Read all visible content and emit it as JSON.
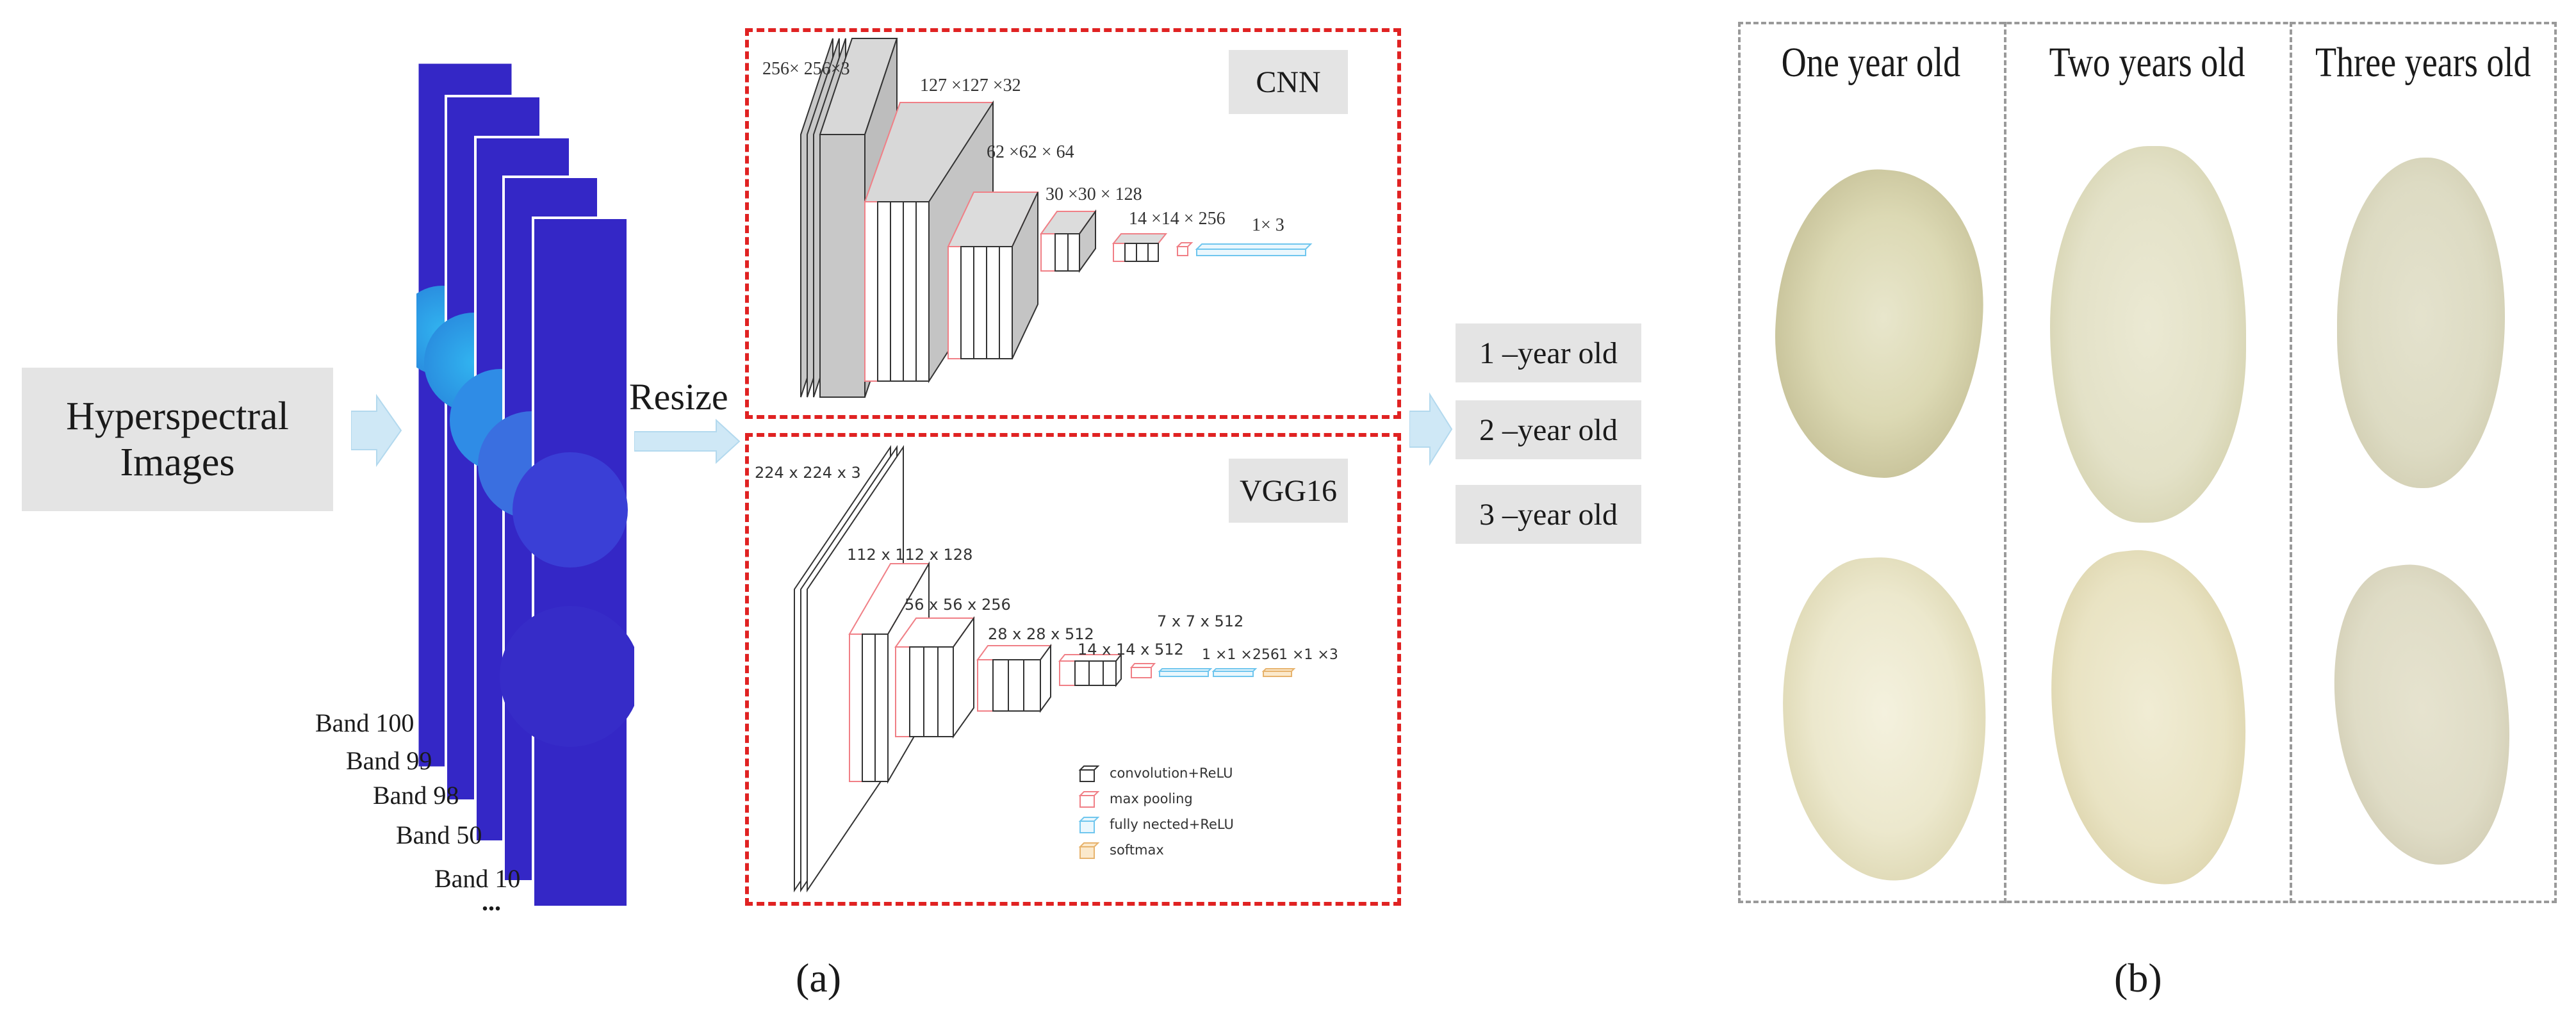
{
  "panel_a": {
    "input_label": "Hyperspectral\nImages",
    "resize_label": "Resize",
    "bands": [
      "Band 100",
      "Band 99",
      "Band 98",
      "Band 50",
      "Band 10"
    ],
    "ellipsis": "...",
    "cnn": {
      "title": "CNN",
      "layers": [
        "256× 256×3",
        "127 ×127 ×32",
        "62 ×62 × 64",
        "30 ×30 × 128",
        "14 ×14 × 256",
        "1× 3"
      ]
    },
    "vgg": {
      "title": "VGG16",
      "layers": [
        "224 x 224 x 3",
        "112 x 112 x 128",
        "56 x 56 x 256",
        "28 x 28 x 512",
        "14 x 14 x 512",
        "7 x 7 x 512",
        "1 ×1 ×256",
        "1 ×1 ×3"
      ],
      "legend": [
        "convolution+ReLU",
        "max pooling",
        "fully nected+ReLU",
        "softmax"
      ]
    },
    "outputs": [
      "1 –year old",
      "2 –year old",
      "3 –year old"
    ],
    "caption": "(a)"
  },
  "panel_b": {
    "columns": [
      "One year old",
      "Two years old",
      "Three years old"
    ],
    "caption": "(b)"
  },
  "colors": {
    "frame_red": "#e02222",
    "band_blue": "#3427c6",
    "highlight_cyan": "#2aa6e6",
    "arrow_blue": "#cfe8f6",
    "conv": "#333333",
    "pool": "#f07f86",
    "fc": "#8ad3f1",
    "softmax": "#f2c98d"
  }
}
